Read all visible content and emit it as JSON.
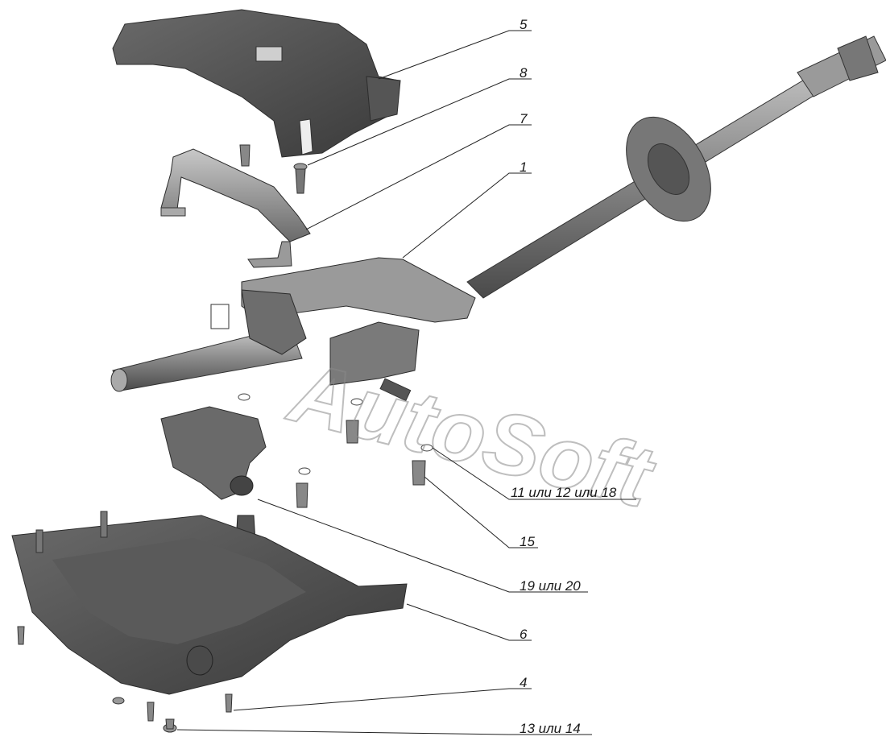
{
  "watermark": "AutoSoft",
  "colors": {
    "background": "#ffffff",
    "part_dark": "#4a4a4a",
    "part_mid": "#777777",
    "part_light": "#b5b5b5",
    "leader": "#222222"
  },
  "callouts": [
    {
      "id": "5",
      "label": "5"
    },
    {
      "id": "8",
      "label": "8"
    },
    {
      "id": "7",
      "label": "7"
    },
    {
      "id": "1",
      "label": "1"
    },
    {
      "id": "11-12-18",
      "label": "11 или 12 или 18"
    },
    {
      "id": "15",
      "label": "15"
    },
    {
      "id": "19-20",
      "label": "19 или 20"
    },
    {
      "id": "6",
      "label": "6"
    },
    {
      "id": "4",
      "label": "4"
    },
    {
      "id": "13-14",
      "label": "13 или 14"
    }
  ]
}
